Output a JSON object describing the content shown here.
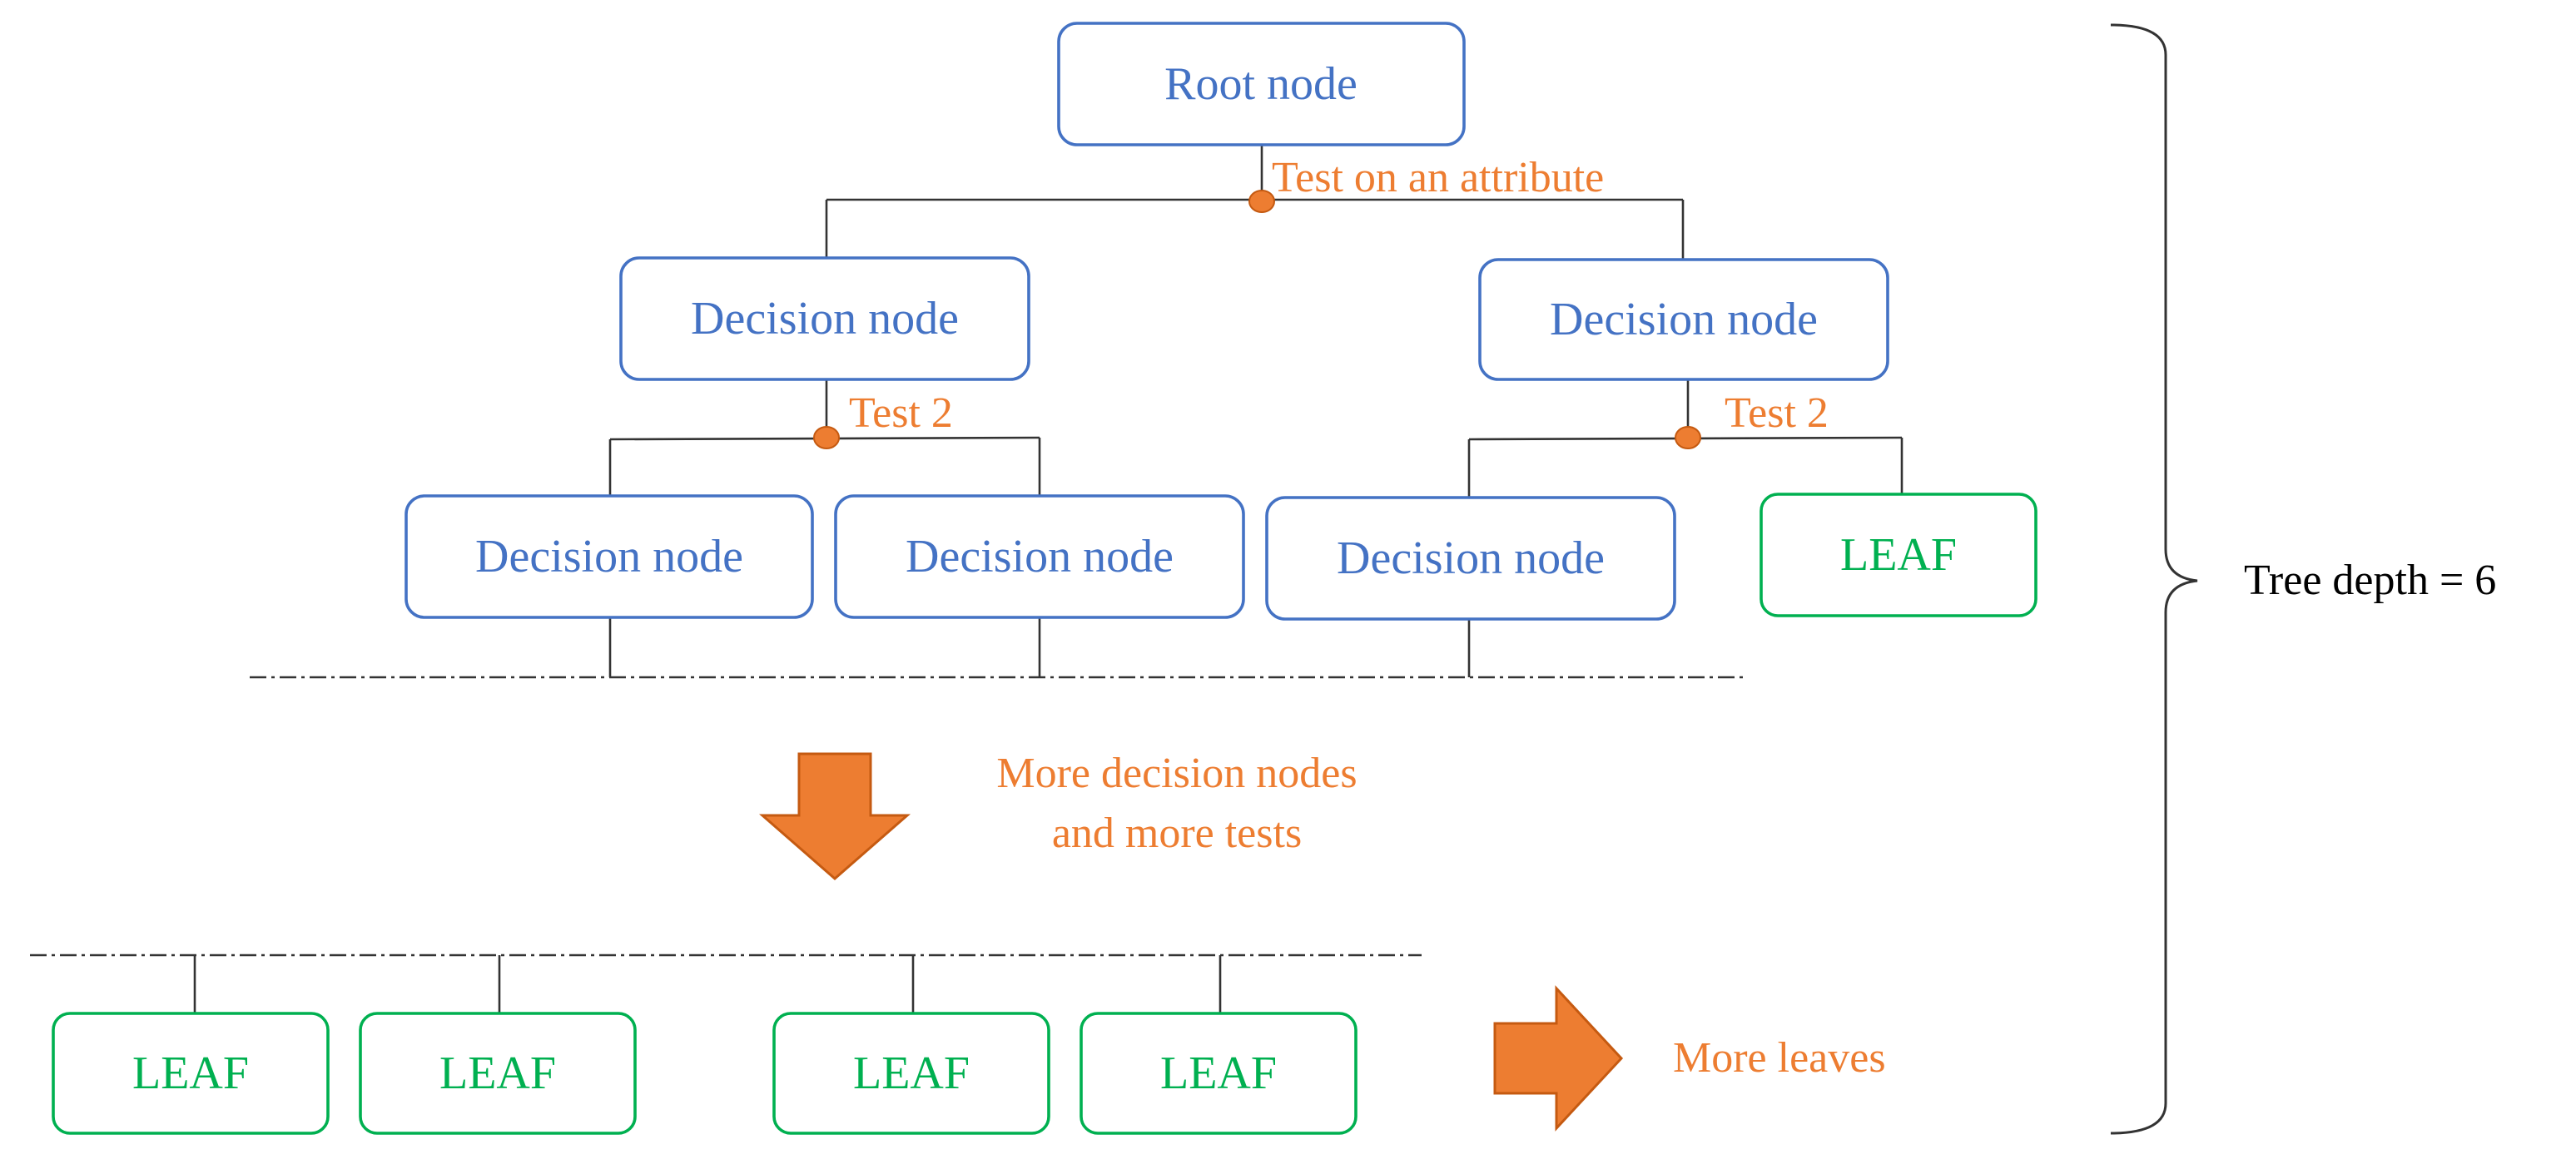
{
  "colors": {
    "decision": "#4472C4",
    "leaf": "#00B050",
    "annotation": "#ED7D31",
    "line": "#333333"
  },
  "nodes": {
    "root": "Root node",
    "decision_l1_left": "Decision node",
    "decision_l1_right": "Decision node",
    "decision_l2_a": "Decision node",
    "decision_l2_b": "Decision node",
    "decision_l2_c": "Decision node",
    "leaf_l2": "LEAF",
    "leaf_bottom_1": "LEAF",
    "leaf_bottom_2": "LEAF",
    "leaf_bottom_3": "LEAF",
    "leaf_bottom_4": "LEAF"
  },
  "tests": {
    "root_test": "Test on an attribute",
    "left_test": "Test 2",
    "right_test": "Test 2"
  },
  "annotations": {
    "more_nodes_line1": "More decision nodes",
    "more_nodes_line2": "and more tests",
    "more_leaves": "More leaves",
    "tree_depth": "Tree depth = 6"
  },
  "icons": {
    "down_arrow": "down-arrow-icon",
    "right_arrow": "right-arrow-icon"
  }
}
